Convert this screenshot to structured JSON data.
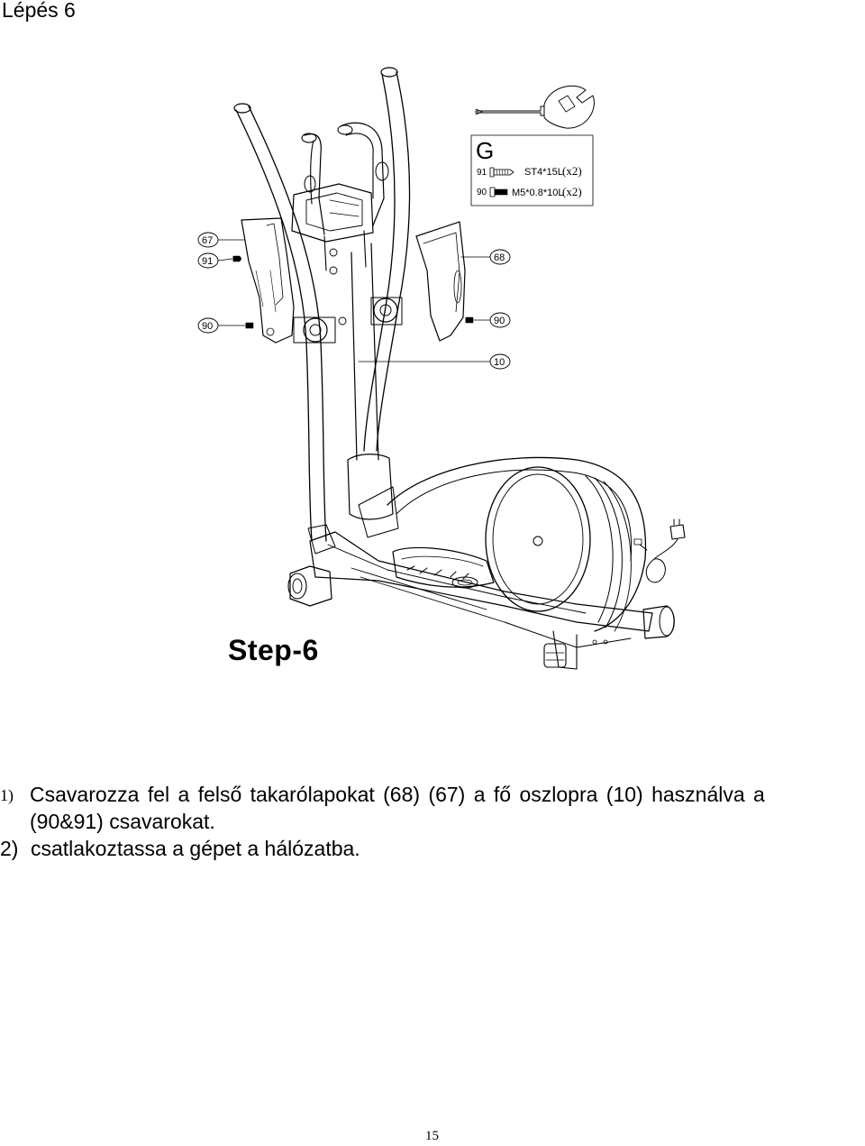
{
  "page_title": "Lépés 6",
  "hardware_box": {
    "letter": "G",
    "items": [
      {
        "part": "91",
        "spec": "ST4*15L",
        "qty": "(x2)"
      },
      {
        "part": "90",
        "spec": "M5*0.8*10L",
        "qty": "(x2)"
      }
    ]
  },
  "callouts": {
    "c67": "67",
    "c91": "91",
    "c90_left": "90",
    "c68": "68",
    "c90_right": "90",
    "c10": "10"
  },
  "step_heading": "Step-6",
  "instructions": {
    "item1_number": "1)",
    "item1_line1": "Csavarozza fel a felső takarólapokat (68) (67) a fő oszlopra (10) használva a",
    "item1_line2": "(90&91) csavarokat.",
    "item2_number": "2)",
    "item2_text": "csatlakoztassa a gépet a hálózatba."
  },
  "page_number": "15"
}
